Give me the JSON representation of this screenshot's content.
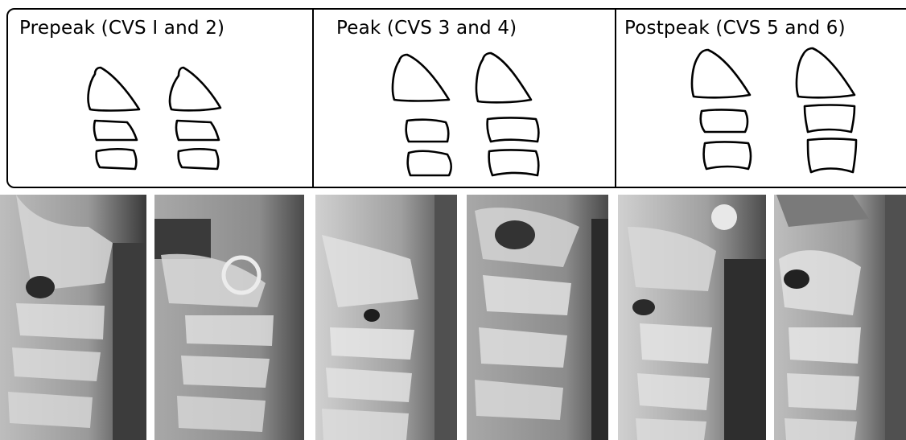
{
  "stages": [
    {
      "id": "prepeak",
      "title": "Prepeak (CVS I and 2)"
    },
    {
      "id": "peak",
      "title": "Peak (CVS 3 and 4)"
    },
    {
      "id": "postpeak",
      "title": "Postpeak (CVS 5 and 6)"
    }
  ],
  "radiographs": [
    {
      "id": "cvs1"
    },
    {
      "id": "cvs2"
    },
    {
      "id": "cvs3"
    },
    {
      "id": "cvs4"
    },
    {
      "id": "cvs5"
    },
    {
      "id": "cvs6"
    }
  ],
  "colors": {
    "outline": "#000000",
    "bone_light": "#d9d9d9",
    "bone_dark": "#2a2a2a",
    "background": "#ffffff"
  }
}
